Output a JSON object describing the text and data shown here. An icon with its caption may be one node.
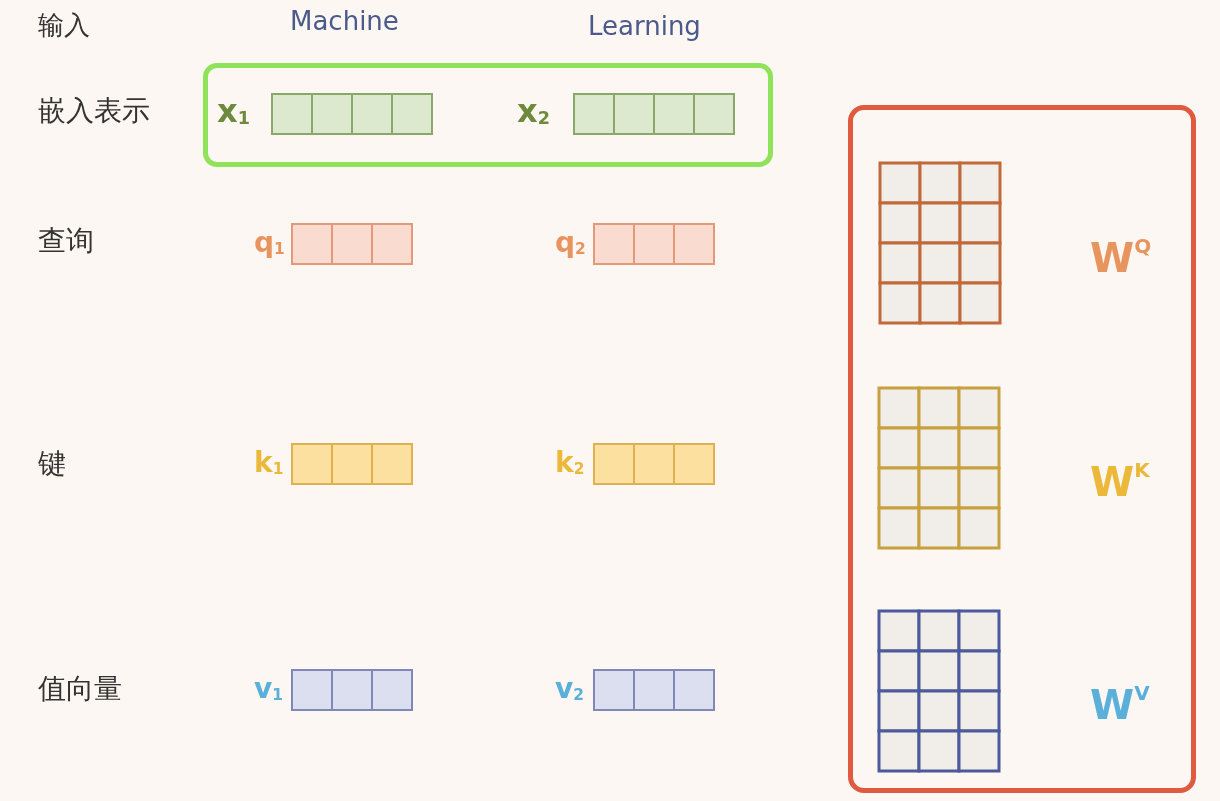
{
  "diagram": {
    "nodes": [
      {
        "text": [],
        "shape": "box"
      },
      {
        "text": [],
        "shape": "bar",
        "in": 0,
        "beside": [
          "x$_{1}$"
        ]
      },
      {
        "text": [],
        "shape": "bar",
        "in": 0,
        "beside": [
          "x$_{2}$"
        ]
      },
      {
        "text": [],
        "shape": "box"
      },
      {
        "text": [],
        "shape": "box",
        "in": 3,
        "beside": [
          "W$^{Q}$"
        ]
      },
      {
        "text": [],
        "shape": "box",
        "in": 3,
        "beside": [
          "W$^{K}$"
        ]
      },
      {
        "text": [],
        "shape": "box",
        "in": 3,
        "beside": [
          "W$^{V}$"
        ]
      },
      {
        "text": [],
        "shape": "bar",
        "beside": [
          "q$_{1}$"
        ]
      },
      {
        "text": [],
        "shape": "bar",
        "beside": [
          "q$_{2}$"
        ]
      },
      {
        "text": [],
        "shape": "bar",
        "beside": [
          "k$_{1}$"
        ]
      },
      {
        "text": [],
        "shape": "bar",
        "beside": [
          "k$_{2}$"
        ]
      },
      {
        "text": [],
        "shape": "bar",
        "beside": [
          "v$_{1}$"
        ]
      },
      {
        "text": [],
        "shape": "bar",
        "beside": [
          "v$_{2}$"
        ]
      }
    ],
    "edges": [],
    "labels": [
      "输入",
      "Machine",
      "Learning",
      "嵌入表示",
      "查询",
      "键",
      "值向量"
    ]
  }
}
